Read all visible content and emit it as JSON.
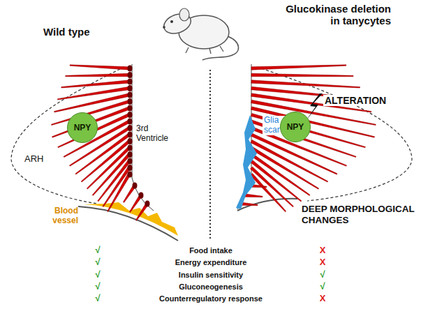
{
  "diagram": {
    "nodes": [
      {
        "text": [
          "NPY"
        ]
      },
      {
        "text": [
          "NPY"
        ]
      }
    ],
    "labels": [
      "Wild type",
      "Glucokinase deletion in tanycytes",
      "ARH",
      "3rd Ventricle",
      "Blood vessel",
      "Glia scar",
      "ALTERATION",
      "DEEP MORPHOLOGICAL CHANGES",
      "√",
      "Food intake",
      "X",
      "√",
      "Energy expenditure",
      "X",
      "√",
      "Insulin sensitivity",
      "√",
      "√",
      "Gluconeogenesis",
      "√",
      "√",
      "Counterregulatory response",
      "X"
    ]
  }
}
